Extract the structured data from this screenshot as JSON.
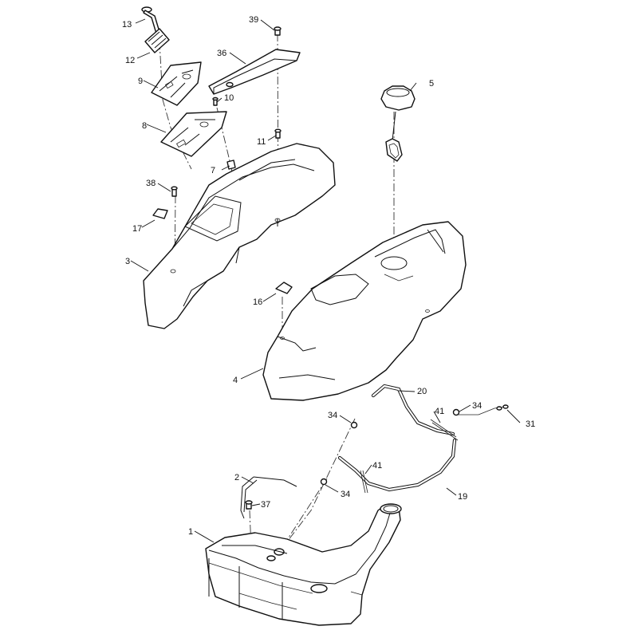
{
  "callouts": [
    {
      "id": "c1",
      "text": "1"
    },
    {
      "id": "c2",
      "text": "2"
    },
    {
      "id": "c3",
      "text": "3"
    },
    {
      "id": "c4",
      "text": "4"
    },
    {
      "id": "c5",
      "text": "5"
    },
    {
      "id": "c7",
      "text": "7"
    },
    {
      "id": "c8",
      "text": "8"
    },
    {
      "id": "c9",
      "text": "9"
    },
    {
      "id": "c10",
      "text": "10"
    },
    {
      "id": "c11",
      "text": "11"
    },
    {
      "id": "c12",
      "text": "12"
    },
    {
      "id": "c13",
      "text": "13"
    },
    {
      "id": "c16",
      "text": "16"
    },
    {
      "id": "c17",
      "text": "17"
    },
    {
      "id": "c19",
      "text": "19"
    },
    {
      "id": "c20",
      "text": "20"
    },
    {
      "id": "c31",
      "text": "31"
    },
    {
      "id": "c34a",
      "text": "34"
    },
    {
      "id": "c34b",
      "text": "34"
    },
    {
      "id": "c34c",
      "text": "34"
    },
    {
      "id": "c36",
      "text": "36"
    },
    {
      "id": "c37",
      "text": "37"
    },
    {
      "id": "c38",
      "text": "38"
    },
    {
      "id": "c39",
      "text": "39"
    },
    {
      "id": "c41a",
      "text": "41"
    },
    {
      "id": "c41b",
      "text": "41"
    }
  ],
  "colors": {
    "line": "#111111",
    "background": "#ffffff"
  }
}
